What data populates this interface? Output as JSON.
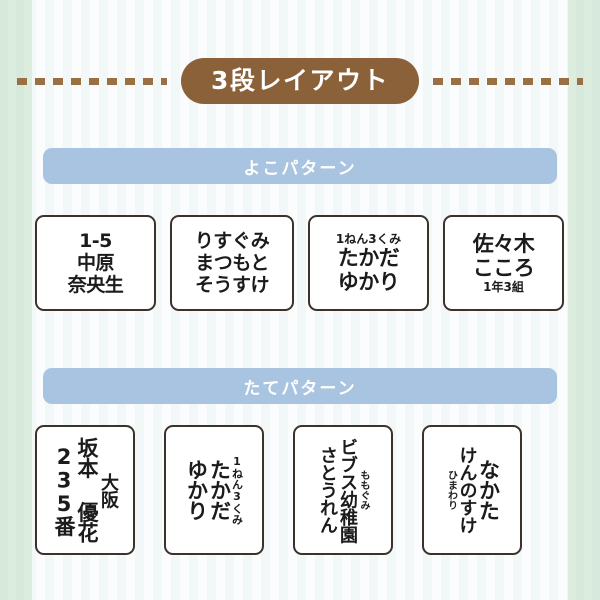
{
  "title": {
    "label": "3段レイアウト",
    "pill_color": "#8a6139",
    "dash_color": "#9a6f43"
  },
  "sections": [
    {
      "id": "yoko",
      "header": "よこパターン",
      "header_color": "#a9c4e0",
      "cards": [
        {
          "lines": [
            {
              "text": "1-5",
              "size": "mid"
            },
            {
              "text": "中原",
              "size": "mid"
            },
            {
              "text": "奈央生",
              "size": "mid"
            }
          ]
        },
        {
          "lines": [
            {
              "text": "りすぐみ",
              "size": "mid"
            },
            {
              "text": "まつもと",
              "size": "mid"
            },
            {
              "text": "そうすけ",
              "size": "mid"
            }
          ]
        },
        {
          "lines": [
            {
              "text": "1ねん3くみ",
              "size": "small"
            },
            {
              "text": "たかだ",
              "size": "big"
            },
            {
              "text": "ゆかり",
              "size": "big"
            }
          ]
        },
        {
          "lines": [
            {
              "text": "佐々木",
              "size": "big"
            },
            {
              "text": "こころ",
              "size": "big"
            },
            {
              "text": "1年3組",
              "size": "small"
            }
          ]
        }
      ]
    },
    {
      "id": "tate",
      "header": "たてパターン",
      "header_color": "#a9c4e0",
      "cards": [
        {
          "columns": [
            {
              "text": "大阪",
              "size": "mid"
            },
            {
              "text": "坂本 優花",
              "size": "big"
            },
            {
              "text": "235番",
              "size": "big"
            }
          ]
        },
        {
          "columns": [
            {
              "text": "1ねん3くみ",
              "size": "small"
            },
            {
              "text": "たかだ",
              "size": "big"
            },
            {
              "text": "ゆかり",
              "size": "big"
            }
          ]
        },
        {
          "columns": [
            {
              "text": "ももぐみ",
              "size": "xsmall"
            },
            {
              "text": "ビブス幼稚園",
              "size": "mid"
            },
            {
              "text": "さとうれん",
              "size": "mid"
            }
          ]
        },
        {
          "columns": [
            {
              "text": "なかた",
              "size": "big"
            },
            {
              "text": "けんのすけ",
              "size": "mid"
            },
            {
              "text": "ひまわり",
              "size": "xsmall"
            }
          ]
        }
      ]
    }
  ]
}
